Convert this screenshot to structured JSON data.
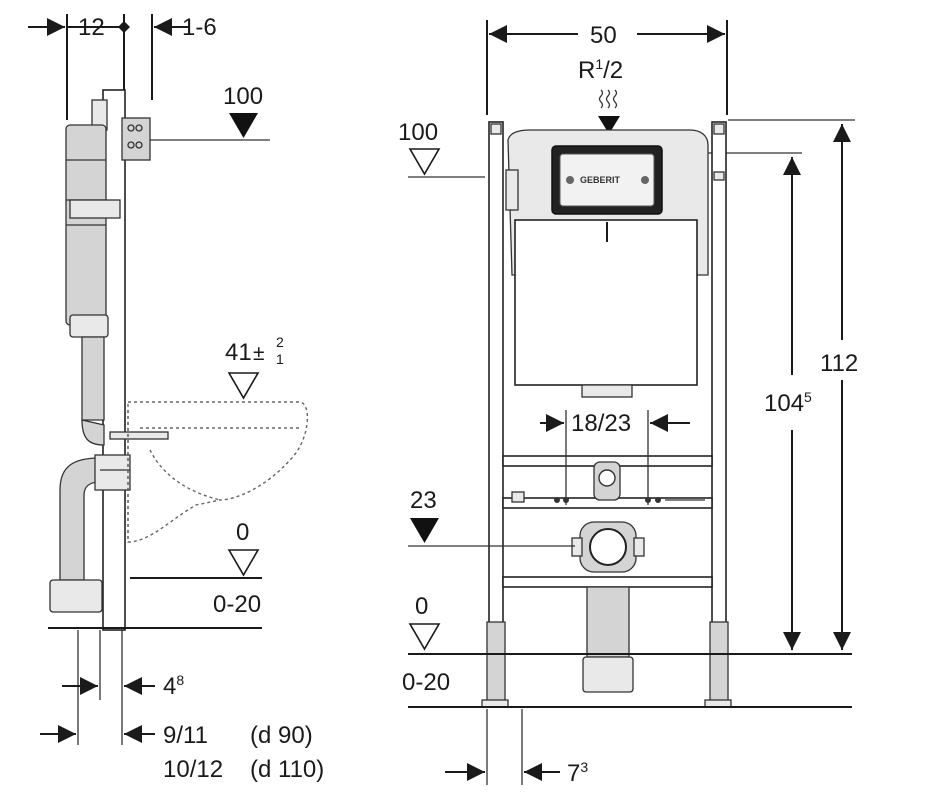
{
  "side_view": {
    "top_left_dim": "12",
    "top_right_dim": "1-6",
    "level_top": "100",
    "level_seat": "41",
    "level_seat_tol_plus": "2",
    "level_seat_tol_minus": "1",
    "level_floor": "0",
    "level_floor_range": "0-20",
    "bottom_dim_1": "4",
    "bottom_dim_1_sup": "8",
    "bottom_dim_2": "9/11",
    "bottom_dim_2_note": "(d 90)",
    "bottom_dim_3": "10/12",
    "bottom_dim_3_note": "(d 110)"
  },
  "front_view": {
    "width_dim": "50",
    "water_inlet": "R",
    "water_inlet_sup": "1",
    "water_inlet_sub": "/2",
    "level_top": "100",
    "height_total": "112",
    "height_inner": "104",
    "height_inner_sup": "5",
    "bolt_spacing": "18/23",
    "level_drain": "23",
    "level_floor": "0",
    "level_floor_range": "0-20",
    "bottom_dim": "7",
    "bottom_dim_sup": "3",
    "brand_label": "GEBERIT"
  },
  "icons": [
    "triangle-level-marker-icon",
    "water-wave-icon",
    "arrow-icon"
  ],
  "colors": {
    "line": "#1a1a1a",
    "panel_gray": "#d4d4d4",
    "background": "#ffffff"
  }
}
